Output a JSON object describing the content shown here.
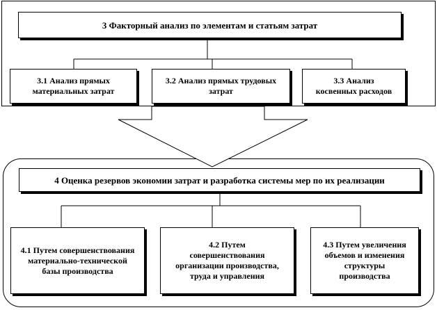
{
  "diagram": {
    "top_section": {
      "title": "3 Факторный анализ по элементам и статьям затрат",
      "children": [
        {
          "id": "3.1",
          "label": "3.1 Анализ прямых материальных затрат"
        },
        {
          "id": "3.2",
          "label": "3.2 Анализ прямых трудовых затрат"
        },
        {
          "id": "3.3",
          "label": "3.3 Анализ косвенных расходов"
        }
      ]
    },
    "bottom_section": {
      "title": "4 Оценка резервов экономии затрат и разработка системы мер по их реализации",
      "children": [
        {
          "id": "4.1",
          "label": "4.1 Путем совершенствования материально-технической базы производства"
        },
        {
          "id": "4.2",
          "label": "4.2 Путем совершенствования организации производства, труда и управления"
        },
        {
          "id": "4.3",
          "label": "4.3 Путем увеличения объемов и изменения структуры производства"
        }
      ]
    },
    "colors": {
      "line": "#000000",
      "background": "#ffffff"
    }
  }
}
